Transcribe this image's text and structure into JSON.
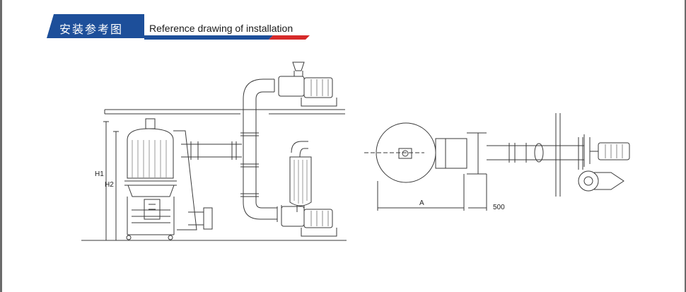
{
  "header": {
    "title_cn": "安装参考图",
    "title_en": "Reference drawing of installation",
    "colors": {
      "banner_blue": "#1d4f9a",
      "accent_red": "#d62a2a",
      "frame_gray": "#6b6b6b"
    }
  },
  "drawing": {
    "elevation_dims": {
      "h1": "H1",
      "h2": "H2"
    },
    "plan_dims": {
      "a": "A",
      "offset": "500"
    },
    "line_color": "#3a3a3a"
  }
}
